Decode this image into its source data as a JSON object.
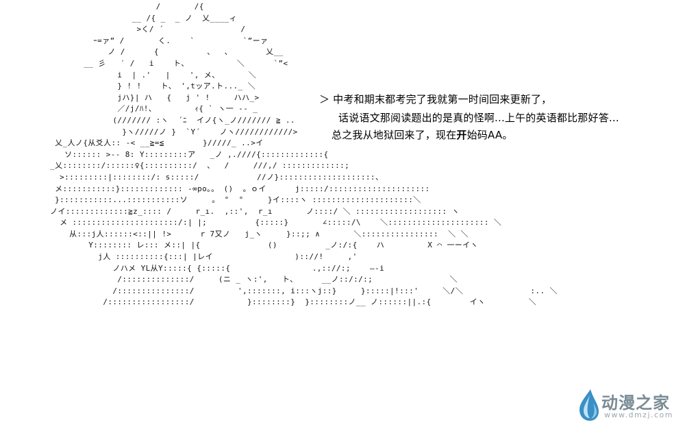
{
  "art": {
    "lines": [
      "                         /       /{",
      "                    __ /{ _  _ ノ  乂____ィ",
      "                     >く/ ´                /",
      "            ｰ=ァ” /       く.    `          `”ーァ",
      "               ノ /      {          、  、       乂__",
      "          __ 彡   ′ /   i    ト、          ＼      `”<",
      "                 i  | .'   |    ', メ、      ＼",
      "                 } ! !    ト、 ',tッア.ト..._ ＼",
      "                 jハ}| ハ   {   j ' !     ハハ_>",
      "                 ／/j/ﾊ!、        ｨ{ ` ヽ一 -- _",
      "                (/////// :ヽ  ´ﾆ  イノ{ヽ_ノ/////// ≧ ..",
      "                  }ヽ/////ノ }  `Y´    ノヽ////////////>",
      "    乂_人ノ{从爻人:: -< __≧=≦        }/////_ ..>イ",
      "      ソ:::::: >-- 8: Y:::::::::ア   _ノ ,.////{:::::::::::::{",
      "   _乂::::::::/::::::♀{::::::::::/  、  /     ///,/ :::::::::::::;",
      "     >:::::::::|::::::::/: s:::::/            //ノ}::::::::::::::::::::、",
      "    メ:::::::::::}::::::::::::: -∞po。。 ()  。ｏイ      j:::::/:::::::::::::::::::::",
      "    }:::::::::::...:::::::::::ソ     。 °  °     }イ::::ヽ :::::::::::::::::::::＼",
      "   ノイ:::::::::::::≧z_:::: /     r_ı.  ,::',  r_ı       ノ::::/ ＼ ::::::::::::::::::: ヽ",
      "     メ ::::::::::::::::::::::/:| |;          {:::::}       ∠:::::/\\    ＼::::::::::::::::::::: ＼",
      "       从:::j人::::::<::|| !>      r 7又ノ   j_ヽ     }::;; ∧       ＼::::::::::::::::  ＼ ＼",
      "           Y:::::::: レ::: メ::| |{              ()          _ノ:/:{    ハ         X ⌒ 一ーイヽ",
      "             j人 ::::::::::{:::| |レイ                 ):://!     ,'",
      "                ノハメ YL从Y:::::{ {:::::{                 .,:://:;    ―‐i",
      "                 /::::::::::::::/     (ニ _ ヽ:',   ト、     __ノ::/:/:;                ＼",
      "                /:::::::::::::::/         ',:::::::, i:::ヽj::}     }:::::|!:::'     ＼/＼              :.. ＼",
      "              /:::::::::::::::::/           }::::::::}  }::::::::ノ__ ノ::::::||.:{        イヽ         ＼"
    ]
  },
  "speech": {
    "line1": "＞ 中考和期末都考完了我就第一时间回来更新了，",
    "line2": "话说语文那阅读题出的是真的怪啊...上午的英语都比那好答...",
    "line3_before": "总之我从地狱回来了，现在",
    "line3_bold": "开",
    "line3_after": "始码AA。"
  },
  "watermark": {
    "name": "动漫之家",
    "url": "www.dmzj.com",
    "logo_icon": "droplet-icon",
    "colors": {
      "text": "#7a8b95",
      "url": "#9aa7ae",
      "logo_dark": "#3b8fc6",
      "logo_light": "#bfe3f5"
    }
  }
}
